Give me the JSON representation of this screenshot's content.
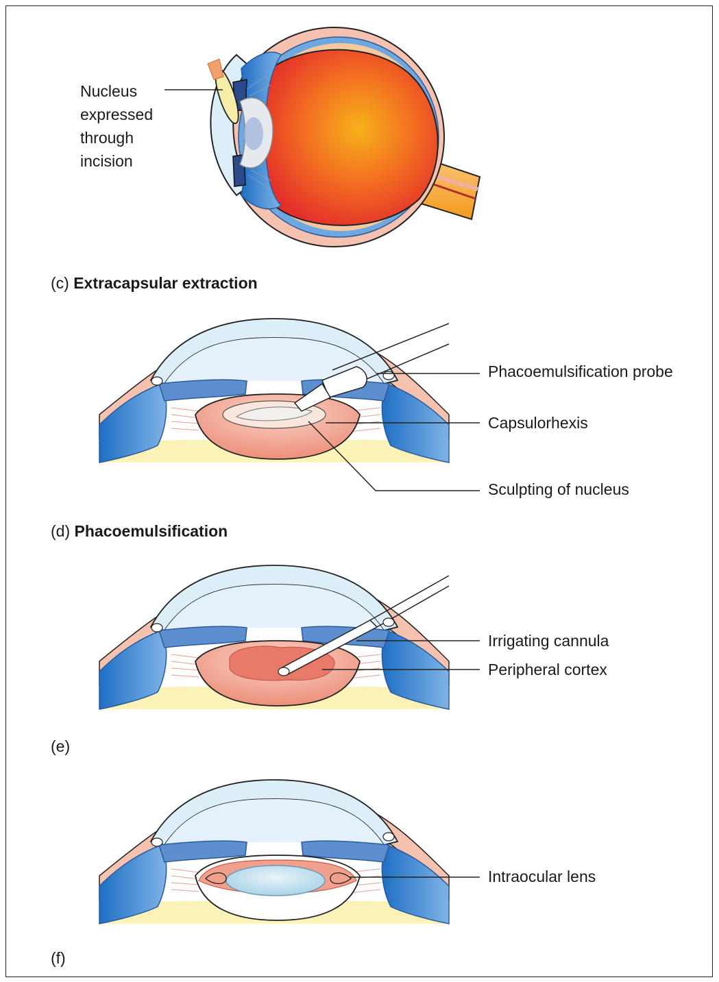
{
  "panel_c": {
    "label_text": "Nucleus expressed through incision",
    "caption_letter": "(c)",
    "caption_title": "Extracapsular extraction"
  },
  "panel_d": {
    "labels": [
      "Phacoemulsification probe",
      "Capsulorhexis",
      "Sculpting of nucleus"
    ],
    "caption_letter": "(d)",
    "caption_title": "Phacoemulsification"
  },
  "panel_e": {
    "labels": [
      "Irrigating cannula",
      "Peripheral cortex"
    ],
    "caption_letter": "(e)"
  },
  "panel_f": {
    "labels": [
      "Intraocular lens"
    ],
    "caption_letter": "(f)"
  },
  "colors": {
    "retina_center": "#f7a21b",
    "retina_edge": "#e8352a",
    "sclera": "#f5c2b0",
    "choroid_blue": "#4f8fd6",
    "cornea": "#dceef8",
    "iris_blue": "#6fa0d8",
    "lens_pink": "#f0a08c",
    "vitreous": "#fbf2b8"
  }
}
